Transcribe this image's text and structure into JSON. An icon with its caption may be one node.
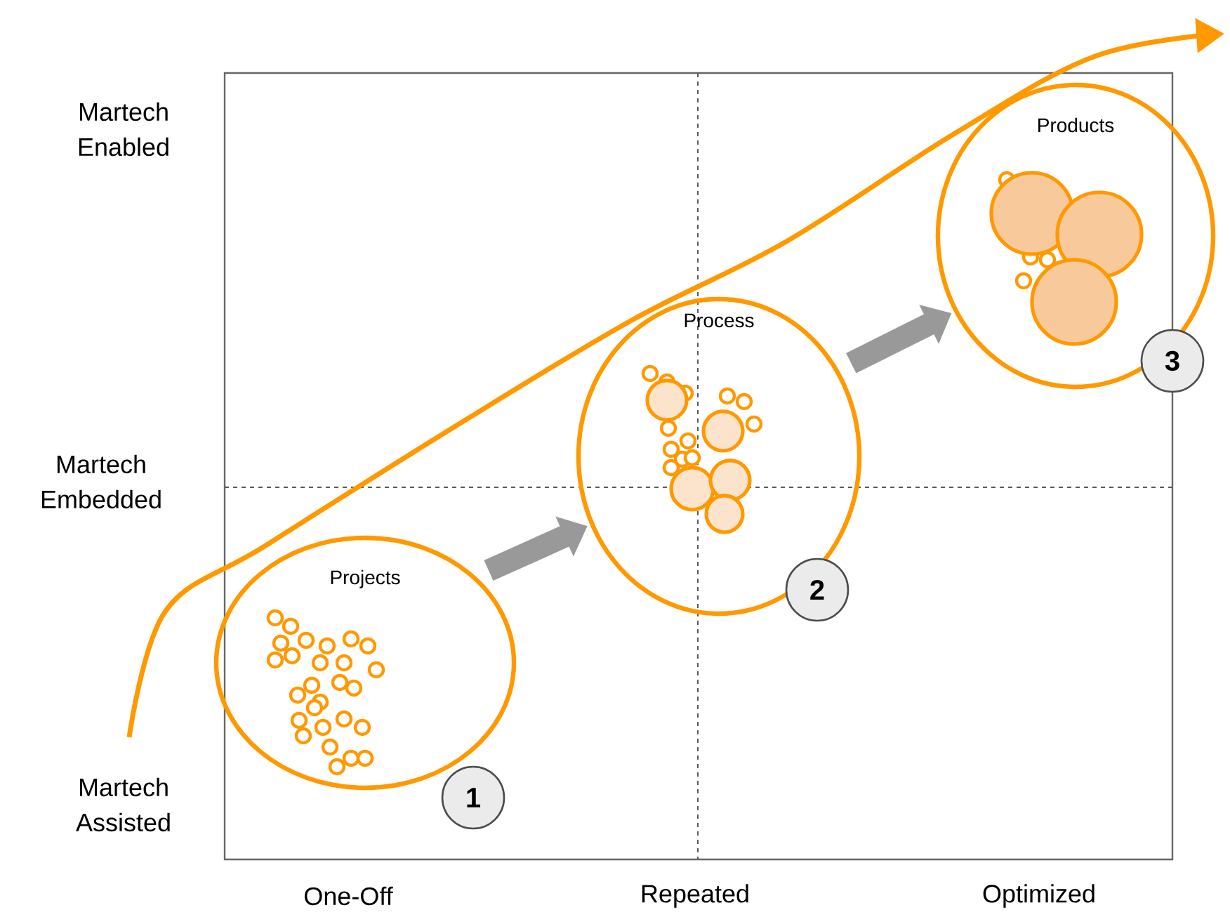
{
  "diagram": {
    "nodes": [
      {
        "text": [
          "Projects"
        ],
        "beside": [
          "1"
        ]
      },
      {
        "text": [
          "Process"
        ],
        "beside": [
          "2"
        ]
      },
      {
        "text": [
          "Products"
        ],
        "beside": [
          "3"
        ]
      }
    ],
    "edges": [
      {
        "from": 0,
        "to": 1,
        "arrow": "to"
      },
      {
        "from": 1,
        "to": 2,
        "arrow": "to"
      }
    ],
    "labels": [
      "Martech Enabled",
      "Martech Embedded",
      "Martech Assisted",
      "One-Off",
      "Repeated",
      "Optimized"
    ]
  }
}
